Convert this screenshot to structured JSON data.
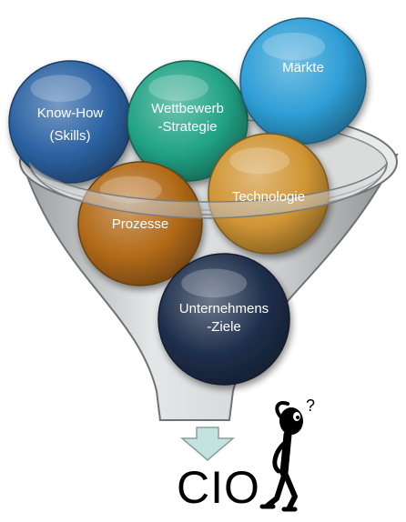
{
  "balls": [
    {
      "id": "know-how",
      "lines": [
        "Know-How",
        "(Skills)"
      ],
      "color": "#2c63a3"
    },
    {
      "id": "wettbewerb",
      "lines": [
        "Wettbewerb",
        "-Strategie"
      ],
      "color": "#22a386"
    },
    {
      "id": "maerkte",
      "lines": [
        "Märkte"
      ],
      "color": "#2e9ed6"
    },
    {
      "id": "technologie",
      "lines": [
        "Technologie"
      ],
      "color": "#d09534"
    },
    {
      "id": "prozesse",
      "lines": [
        "Prozesse"
      ],
      "color": "#b26a18"
    },
    {
      "id": "ziele",
      "lines": [
        "Unternehmens",
        "-Ziele"
      ],
      "color": "#1f2f4c"
    }
  ],
  "output": {
    "label": "CIO"
  },
  "figure": {
    "thought_mark": "?"
  },
  "colors": {
    "funnel": "#c9cbcc",
    "funnel_stroke": "#6f7274",
    "arrow": "#c3e3e1",
    "arrow_stroke": "#8c9d9c"
  }
}
